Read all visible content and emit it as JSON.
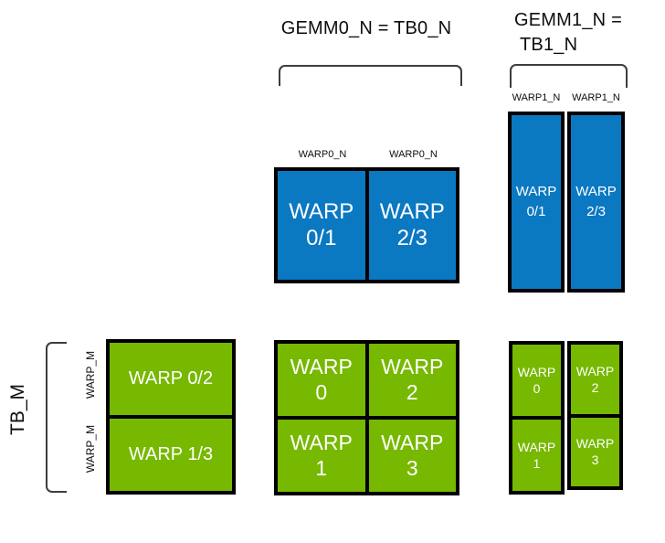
{
  "colors": {
    "blue": "#0b78c2",
    "green": "#77b800",
    "box_border": "#000000",
    "bracket": "#3d3d3d",
    "label_text": "#0d0d0d",
    "cell_text": "#ffffff",
    "background": "#ffffff"
  },
  "titles": {
    "gemm0": "GEMM0_N = TB0_N",
    "gemm1_line1": "GEMM1_N =",
    "gemm1_line2": "TB1_N"
  },
  "gemm0_b": {
    "col_labels": [
      "WARP0_N",
      "WARP0_N"
    ],
    "cells": [
      {
        "line1": "WARP",
        "line2": "0/1"
      },
      {
        "line1": "WARP",
        "line2": "2/3"
      }
    ]
  },
  "gemm1_b": {
    "col_labels": [
      "WARP1_N",
      "WARP1_N"
    ],
    "cells": [
      {
        "line1": "WARP",
        "line2": "0/1"
      },
      {
        "line1": "WARP",
        "line2": "2/3"
      }
    ]
  },
  "left_axis": {
    "tb_label": "TB_M",
    "row_labels": [
      "WARP_M",
      "WARP_M"
    ]
  },
  "a_block": {
    "cells": [
      "WARP 0/2",
      "WARP 1/3"
    ]
  },
  "gemm0_c": {
    "cells": [
      {
        "line1": "WARP",
        "line2": "0"
      },
      {
        "line1": "WARP",
        "line2": "2"
      },
      {
        "line1": "WARP",
        "line2": "1"
      },
      {
        "line1": "WARP",
        "line2": "3"
      }
    ]
  },
  "gemm1_c": {
    "cells": [
      {
        "line1": "WARP",
        "line2": "0"
      },
      {
        "line1": "WARP",
        "line2": "2"
      },
      {
        "line1": "WARP",
        "line2": "1"
      },
      {
        "line1": "WARP",
        "line2": "3"
      }
    ]
  }
}
